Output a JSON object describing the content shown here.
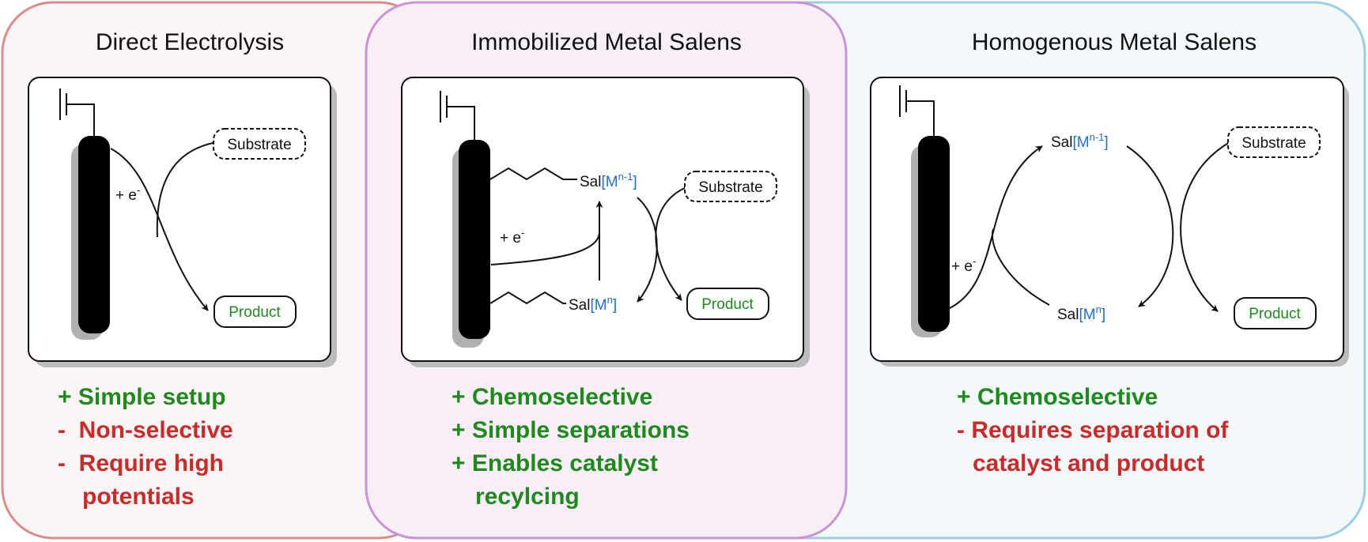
{
  "colors": {
    "panel1_border": "#d98c8c",
    "panel1_fill": "#fbf5f5",
    "panel2_border": "#c892d6",
    "panel2_fill": "#f7eef8",
    "panel3_border": "#9ccde0",
    "panel3_fill": "#f3f8fa",
    "pro": "#1e8a1e",
    "con": "#cc2929",
    "metal": "#1f6fd0"
  },
  "panels": [
    {
      "title": "Direct Electrolysis",
      "labels": {
        "electron": "+ e",
        "electron_sup": "-",
        "substrate": "Substrate",
        "product": "Product"
      },
      "bullets": [
        {
          "text": "+ Simple setup",
          "kind": "pro"
        },
        {
          "text": "-  Non-selective",
          "kind": "con"
        },
        {
          "text": "-  Require high",
          "kind": "con"
        },
        {
          "text": "potentials",
          "kind": "con"
        }
      ]
    },
    {
      "title": "Immobilized Metal Salens",
      "labels": {
        "sal": "Sal",
        "metal_top": "[M",
        "metal_top_sup": "n-1",
        "metal_close": "]",
        "metal_bottom": "[M",
        "metal_bottom_sup": "n",
        "electron": "+ e",
        "electron_sup": "-",
        "substrate": "Substrate",
        "product": "Product"
      },
      "bullets": [
        {
          "text": "+ Chemoselective",
          "kind": "pro"
        },
        {
          "text": "+ Simple separations",
          "kind": "pro"
        },
        {
          "text": "+ Enables catalyst",
          "kind": "pro"
        },
        {
          "text": "recylcing",
          "kind": "pro"
        }
      ]
    },
    {
      "title": "Homogenous Metal Salens",
      "labels": {
        "sal": "Sal",
        "metal_top": "[M",
        "metal_top_sup": "n-1",
        "metal_close": "]",
        "metal_bottom": "[M",
        "metal_bottom_sup": "n",
        "electron": "+ e",
        "electron_sup": "-",
        "substrate": "Substrate",
        "product": "Product"
      },
      "bullets": [
        {
          "text": "+ Chemoselective",
          "kind": "pro"
        },
        {
          "text": "- Requires separation of",
          "kind": "con"
        },
        {
          "text": "catalyst and product",
          "kind": "con"
        }
      ]
    }
  ]
}
